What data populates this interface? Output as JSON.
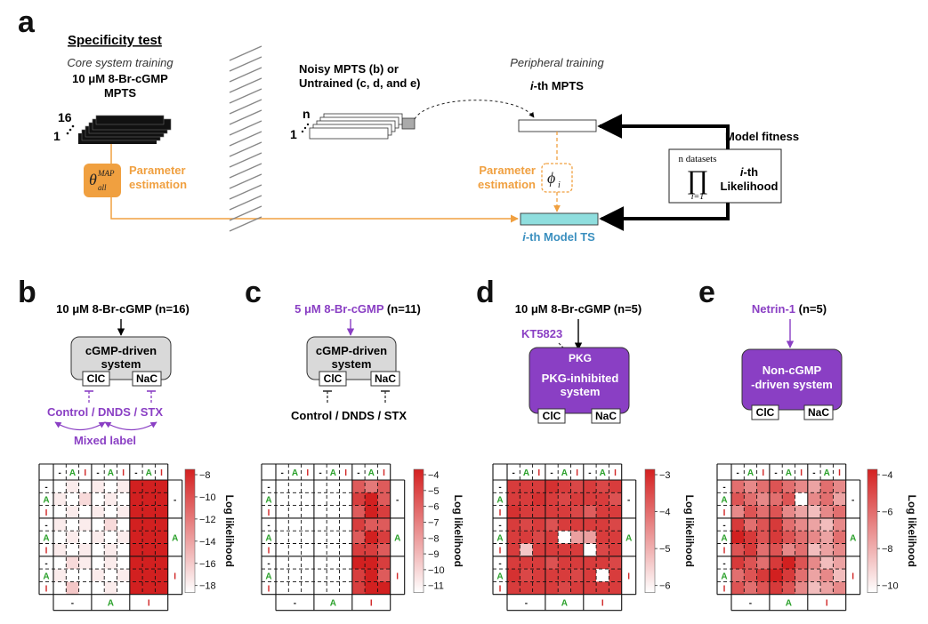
{
  "colors": {
    "orange": "#f0a040",
    "purple": "#8a3fc4",
    "cyan": "#8fdede",
    "teal_text": "#3a8fbf",
    "green": "#2aa02a",
    "red": "#d22a2a",
    "grey_box": "#d9d9d9"
  },
  "panel_a": {
    "letter": "a",
    "title": "Specificity test",
    "core_subtitle": "Core system training",
    "core_line1": "10 μM 8-Br-cGMP",
    "core_line2": "MPTS",
    "stack_top": "16",
    "stack_bottom": "1",
    "theta_base": "θ",
    "theta_sub": "all",
    "theta_sup": "MAP",
    "param_est_1": "Parameter",
    "param_est_2": "estimation",
    "noisy_line1": "Noisy MPTS (b) or",
    "noisy_line2": "Untrained (c, d, and e)",
    "noisy_top": "n",
    "noisy_bottom": "1",
    "peripheral_title": "Peripheral training",
    "ith_mpts_prefix": "i",
    "ith_mpts_suffix": "-th MPTS",
    "phi_base": "ϕ",
    "phi_sub": "i",
    "model_fitness": "Model fitness",
    "prod_top": "n datasets",
    "prod_symbol": "∏",
    "prod_bottom": "i=1",
    "likelihood_1_prefix": "i",
    "likelihood_1_suffix": "-th",
    "likelihood_2": "Likelihood",
    "model_ts_prefix": "i",
    "model_ts_suffix": "-th Model TS"
  },
  "panels": [
    {
      "letter": "b",
      "stim_main": "10 μM 8-Br-cGMP",
      "stim_n": " (n=16)",
      "system_line1": "cGMP-driven",
      "system_line2": "system",
      "pkg": "",
      "inhibitor": "",
      "left_port": "ClC",
      "right_port": "NaC",
      "bottom_label": "Control / DNDS / STX",
      "mixed_label": "Mixed label",
      "colorbar_ticks": [
        "−8",
        "−10",
        "−12",
        "−14",
        "−16",
        "−18"
      ],
      "colorbar_title": "Log likelihood"
    },
    {
      "letter": "c",
      "stim_main": "5 μM 8-Br-cGMP",
      "stim_n": " (n=11)",
      "system_line1": "cGMP-driven",
      "system_line2": "system",
      "pkg": "",
      "inhibitor": "",
      "left_port": "ClC",
      "right_port": "NaC",
      "bottom_label": "Control / DNDS / STX",
      "mixed_label": "",
      "colorbar_ticks": [
        "−4",
        "−5",
        "−6",
        "−7",
        "−8",
        "−9",
        "−10",
        "−11"
      ],
      "colorbar_title": "Log likelihood"
    },
    {
      "letter": "d",
      "stim_main": "10 μM 8-Br-cGMP",
      "stim_n": " (n=5)",
      "system_line1": "PKG-inhibited",
      "system_line2": "system",
      "pkg": "PKG",
      "inhibitor": "KT5823",
      "left_port": "ClC",
      "right_port": "NaC",
      "bottom_label": "",
      "mixed_label": "",
      "colorbar_ticks": [
        "−3",
        "−4",
        "−5",
        "−6"
      ],
      "colorbar_title": "Log likelihood"
    },
    {
      "letter": "e",
      "stim_main": "Netrin-1",
      "stim_n": " (n=5)",
      "system_line1": "Non-cGMP",
      "system_line2": "-driven system",
      "pkg": "",
      "inhibitor": "",
      "left_port": "ClC",
      "right_port": "NaC",
      "bottom_label": "",
      "mixed_label": "",
      "colorbar_ticks": [
        "−4",
        "−6",
        "−8",
        "−10"
      ],
      "colorbar_title": "Log likelihood"
    }
  ],
  "heatmap_axis": {
    "top_labels": [
      "-",
      "A",
      "I",
      "-",
      "A",
      "I",
      "-",
      "A",
      "I"
    ],
    "left_labels": [
      "-",
      "A",
      "I",
      "-",
      "A",
      "I",
      "-",
      "A",
      "I"
    ],
    "bottom_labels": [
      "-",
      "A",
      "I"
    ],
    "right_labels": [
      "-",
      "A",
      "I"
    ]
  },
  "chart_data": {
    "type": "heatmap",
    "heatmaps": [
      {
        "panel": "b",
        "range": [
          -19,
          -7
        ],
        "rows": [
          [
            -19,
            -18,
            -19,
            -18,
            -19,
            -18,
            -7,
            -7,
            -7
          ],
          [
            -18,
            -19,
            -17,
            -19,
            -18,
            -19,
            -7,
            -7,
            -7
          ],
          [
            -19,
            -18,
            -19,
            -18,
            -19,
            -18,
            -7,
            -7,
            -7
          ],
          [
            -18,
            -19,
            -18,
            -19,
            -17,
            -19,
            -7,
            -7,
            -7
          ],
          [
            -19,
            -18,
            -19,
            -18,
            -19,
            -18,
            -7,
            -7,
            -7
          ],
          [
            -18,
            -19,
            -18,
            -19,
            -18,
            -19,
            -7,
            -7,
            -7
          ],
          [
            -19,
            -17,
            -18,
            -19,
            -18,
            -19,
            -7,
            -7,
            -7
          ],
          [
            -18,
            -19,
            -19,
            -18,
            -19,
            -18,
            -7,
            -7,
            -7
          ],
          [
            -19,
            -16,
            -19,
            -19,
            -18,
            -19,
            -7,
            -7,
            -7
          ]
        ]
      },
      {
        "panel": "c",
        "range": [
          -11.5,
          -4
        ],
        "rows": [
          [
            -11.5,
            -11.5,
            -11.5,
            -11.5,
            -11.5,
            -11.5,
            -6,
            -7,
            -6
          ],
          [
            -11.5,
            -11.5,
            -11.5,
            -11.5,
            -11.5,
            -11.5,
            -5,
            -4,
            -6
          ],
          [
            -11.5,
            -11.5,
            -11.5,
            -11.5,
            -11.5,
            -11.5,
            -6,
            -4,
            -5
          ],
          [
            -11.5,
            -11.5,
            -11.5,
            -11.5,
            -11.5,
            -11.5,
            -5,
            -6,
            -6
          ],
          [
            -11.5,
            -11.5,
            -11.5,
            -11.5,
            -11.5,
            -11.5,
            -6,
            -4,
            -5
          ],
          [
            -11.5,
            -11.5,
            -11.5,
            -11.5,
            -11.5,
            -11.5,
            -5,
            -5,
            -6
          ],
          [
            -11.5,
            -11.5,
            -11.5,
            -11.5,
            -11.5,
            -11.5,
            -4,
            -4,
            -5
          ],
          [
            -11.5,
            -11.5,
            -11.5,
            -11.5,
            -11.5,
            -11.5,
            -5,
            -4,
            -6
          ],
          [
            -11.5,
            -11.5,
            -11.5,
            -11.5,
            -11.5,
            -11.5,
            -5,
            -4,
            -4
          ]
        ]
      },
      {
        "panel": "d",
        "range": [
          -6.5,
          -2.5
        ],
        "rows": [
          [
            -3,
            -3,
            -3,
            -2.8,
            -3,
            -3.2,
            -3,
            -3.2,
            -3
          ],
          [
            -3,
            -3,
            -2.8,
            -3,
            -3.2,
            -3,
            -3,
            -3,
            -3.4
          ],
          [
            -2.8,
            -3,
            -3,
            -3,
            -3,
            -3.2,
            -3.6,
            -3,
            -3
          ],
          [
            -3,
            -3.2,
            -3,
            -3.4,
            -3,
            -3,
            -3,
            -3,
            -3.2
          ],
          [
            -3,
            -3,
            -3.2,
            -3,
            -6.5,
            -4.8,
            -4.8,
            -3,
            -3
          ],
          [
            -3,
            -5.5,
            -3,
            -3,
            -3,
            -3,
            -6.5,
            -3.2,
            -3
          ],
          [
            -3,
            -3,
            -3,
            -3.4,
            -3,
            -3,
            -3,
            -3,
            -3.2
          ],
          [
            -2.8,
            -3.2,
            -3,
            -3,
            -3,
            -3.2,
            -3,
            -6.5,
            -3
          ],
          [
            -3,
            -3,
            -3,
            -3,
            -3.2,
            -3,
            -3,
            -3,
            -3
          ]
        ]
      },
      {
        "panel": "e",
        "range": [
          -11.5,
          -3
        ],
        "rows": [
          [
            -6,
            -7,
            -6,
            -5,
            -6,
            -7,
            -8,
            -6,
            -7
          ],
          [
            -5,
            -6,
            -7,
            -6,
            -5,
            -11.5,
            -7,
            -6,
            -8
          ],
          [
            -7,
            -5,
            -6,
            -5,
            -7,
            -8,
            -9,
            -7,
            -6
          ],
          [
            -4,
            -6,
            -5,
            -4,
            -6,
            -7,
            -8,
            -9,
            -7
          ],
          [
            -3,
            -4,
            -5,
            -4,
            -5,
            -6,
            -7,
            -8,
            -6
          ],
          [
            -5,
            -4,
            -6,
            -5,
            -7,
            -6,
            -9,
            -8,
            -7
          ],
          [
            -4,
            -5,
            -6,
            -4,
            -3,
            -5,
            -7,
            -9,
            -8
          ],
          [
            -6,
            -5,
            -4,
            -3,
            -4,
            -6,
            -8,
            -7,
            -9
          ],
          [
            -5,
            -6,
            -5,
            -4,
            -5,
            -7,
            -9,
            -8,
            -7
          ]
        ]
      }
    ]
  }
}
